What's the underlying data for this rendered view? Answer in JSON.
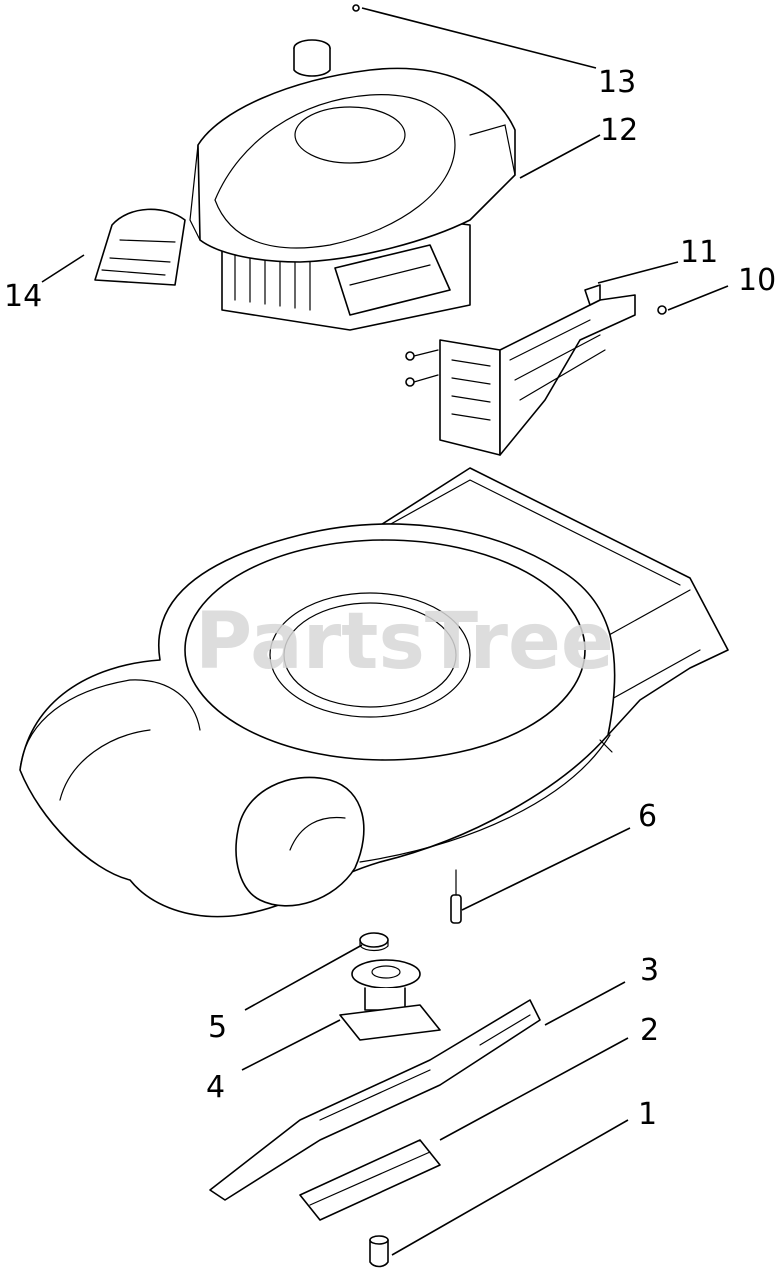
{
  "watermark": "PartsTree",
  "callouts": {
    "c1": "1",
    "c2": "2",
    "c3": "3",
    "c4": "4",
    "c5": "5",
    "c6": "6",
    "c10": "10",
    "c11": "11",
    "c12": "12",
    "c13": "13",
    "c14": "14"
  },
  "colors": {
    "line": "#000000",
    "background": "#ffffff",
    "watermark": "#d8d8d8"
  }
}
